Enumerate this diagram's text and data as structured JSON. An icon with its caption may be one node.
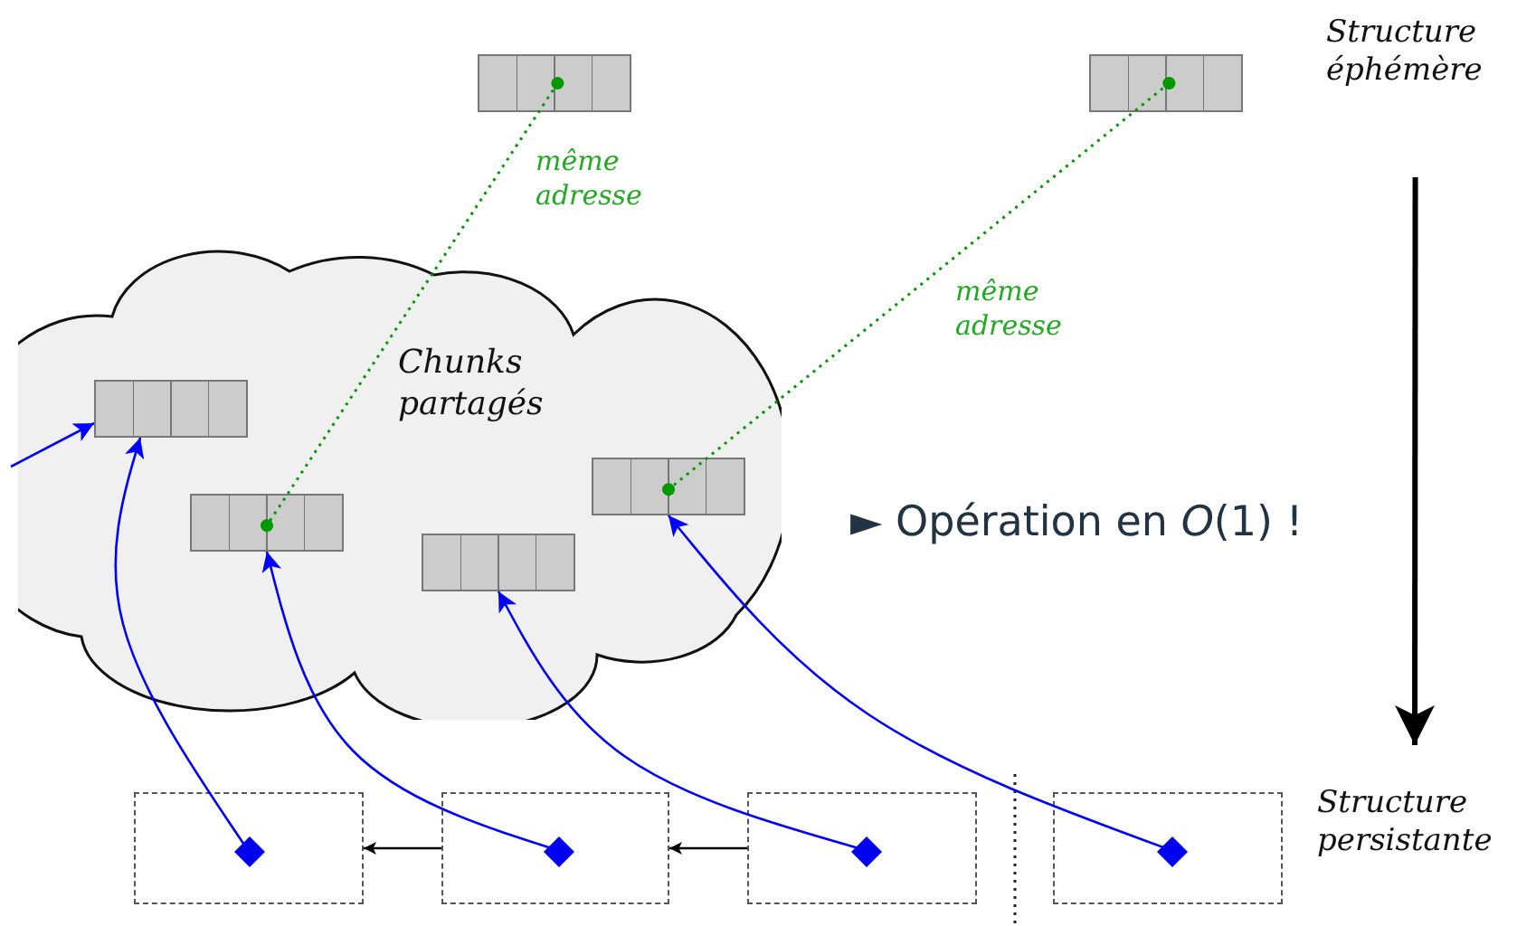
{
  "diagram": {
    "nodes": [
      {
        "text": [
          "Chunks partagés"
        ]
      },
      {
        "text": [],
        "shape": "box",
        "in": 0
      },
      {
        "text": [],
        "shape": "box",
        "in": 0
      },
      {
        "text": [],
        "shape": "box",
        "in": 0
      },
      {
        "text": [],
        "shape": "box",
        "in": 0
      },
      {
        "text": [],
        "shape": "box"
      },
      {
        "text": [],
        "shape": "box"
      },
      {
        "text": [],
        "shape": "box"
      },
      {
        "text": [],
        "shape": "box"
      },
      {
        "text": [],
        "shape": "box"
      },
      {
        "text": [],
        "shape": "box"
      },
      {
        "text": [],
        "shape": "diamond",
        "in": 7
      },
      {
        "text": [],
        "shape": "diamond",
        "in": 8
      },
      {
        "text": [],
        "shape": "diamond",
        "in": 9
      },
      {
        "text": [],
        "shape": "diamond",
        "in": 10
      },
      {
        "text": [
          "Structure éphémère"
        ]
      },
      {
        "text": [
          "Structure persistante"
        ]
      }
    ],
    "edges": [
      {
        "from": null,
        "to": 1,
        "arrow": "to"
      },
      {
        "from": 11,
        "to": 1,
        "arrow": "to"
      },
      {
        "from": 12,
        "to": 2,
        "arrow": "to"
      },
      {
        "from": 13,
        "to": 3,
        "arrow": "to"
      },
      {
        "from": 14,
        "to": 4,
        "arrow": "to"
      },
      {
        "from": 8,
        "to": 7,
        "arrow": "to",
        "color": "#000000"
      },
      {
        "from": 9,
        "to": 8,
        "arrow": "to",
        "color": "#000000"
      },
      {
        "from": 5,
        "to": 2,
        "arrow": "other",
        "style": "dashed",
        "color": "#009900"
      },
      {
        "from": 6,
        "to": 4,
        "arrow": "other",
        "style": "dashed",
        "color": "#009900"
      },
      {
        "from": 15,
        "to": 16,
        "arrow": "to",
        "style": "thick",
        "color": "#000000"
      }
    ],
    "labels": [
      "même adresse",
      "même adresse",
      "► Opération en *O*(1) !"
    ]
  }
}
